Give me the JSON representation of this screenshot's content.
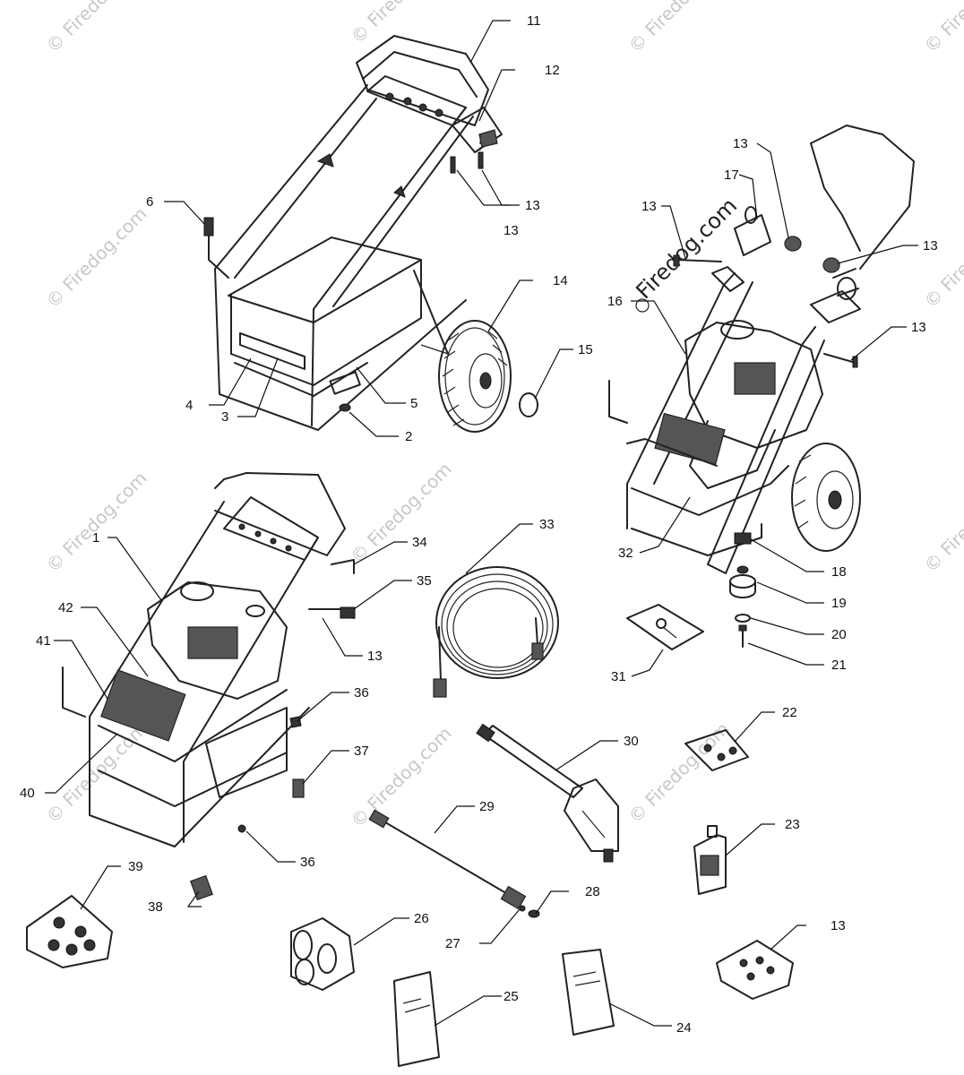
{
  "watermarks": [
    "© Firedog.com",
    "© Firedog.com",
    "© Firedog.com",
    "© Firedog.com",
    "© Firedog.com",
    "© Firedog.com",
    "© Firedog.com",
    "© Firedog.com",
    "© Firedog.com",
    "© Firedog.com",
    "© Firedog.com",
    "© Firedog.com"
  ],
  "central_watermark": "Firedog.com",
  "callouts": {
    "c1": "1",
    "c2": "2",
    "c3": "3",
    "c4": "4",
    "c5": "5",
    "c6": "6",
    "c11": "11",
    "c12": "12",
    "c13a": "13",
    "c13b": "13",
    "c13c": "13",
    "c13d": "13",
    "c13e": "13",
    "c13f": "13",
    "c13g": "13",
    "c13h": "13",
    "c14": "14",
    "c15": "15",
    "c16": "16",
    "c17": "17",
    "c18": "18",
    "c19": "19",
    "c20": "20",
    "c21": "21",
    "c22": "22",
    "c23": "23",
    "c24": "24",
    "c25": "25",
    "c26": "26",
    "c27": "27",
    "c28": "28",
    "c29": "29",
    "c30": "30",
    "c31": "31",
    "c32": "32",
    "c33": "33",
    "c34": "34",
    "c35": "35",
    "c36a": "36",
    "c36b": "36",
    "c37": "37",
    "c38": "38",
    "c39": "39",
    "c40": "40",
    "c41": "41",
    "c42": "42"
  }
}
